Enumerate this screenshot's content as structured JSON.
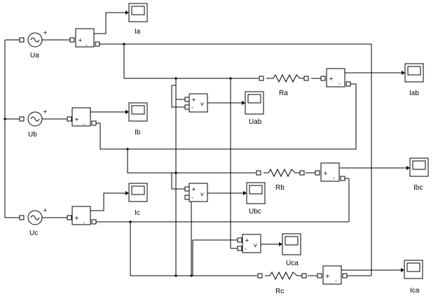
{
  "sources": [
    {
      "id": "ua",
      "label": "Ua"
    },
    {
      "id": "ub",
      "label": "Ub"
    },
    {
      "id": "uc",
      "label": "Uc"
    }
  ],
  "resistors": [
    {
      "id": "ra",
      "label": "Ra"
    },
    {
      "id": "rb",
      "label": "Rb"
    },
    {
      "id": "rc",
      "label": "Rc"
    }
  ],
  "scopes": {
    "ia": "Ia",
    "ib": "Ib",
    "ic": "Ic",
    "iab": "Iab",
    "ibc": "Ibc",
    "ica": "Ica",
    "uab": "Uab",
    "ubc": "Ubc",
    "uca": "Uca"
  },
  "meter_signs": {
    "plus": "+",
    "minus": "-",
    "v": "v"
  }
}
